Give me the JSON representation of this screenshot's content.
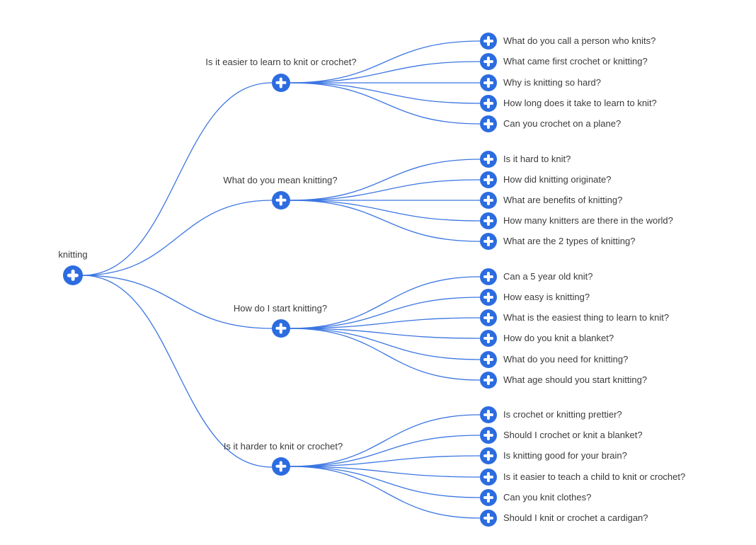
{
  "colors": {
    "background": "#ffffff",
    "node_fill": "#2c6ce0",
    "edge": "#3c76e2",
    "label": "#3b3b3b",
    "plus_glyph": "#ffffff"
  },
  "icons": {
    "node_glyph": "plus-icon"
  },
  "root": {
    "label": "knitting"
  },
  "branches": [
    {
      "label": "Is it easier to learn to knit or crochet?",
      "children": [
        "What do you call a person who knits?",
        "What came first crochet or knitting?",
        "Why is knitting so hard?",
        "How long does it take to learn to knit?",
        "Can you crochet on a plane?"
      ]
    },
    {
      "label": "What do you mean knitting?",
      "children": [
        "Is it hard to knit?",
        "How did knitting originate?",
        "What are benefits of knitting?",
        "How many knitters are there in the world?",
        "What are the 2 types of knitting?"
      ]
    },
    {
      "label": "How do I start knitting?",
      "children": [
        "Can a 5 year old knit?",
        "How easy is knitting?",
        "What is the easiest thing to learn to knit?",
        "How do you knit a blanket?",
        "What do you need for knitting?",
        "What age should you start knitting?"
      ]
    },
    {
      "label": "Is it harder to knit or crochet?",
      "children": [
        "Is crochet or knitting prettier?",
        "Should I crochet or knit a blanket?",
        "Is knitting good for your brain?",
        "Is it easier to teach a child to knit or crochet?",
        "Can you knit clothes?",
        "Should I knit or crochet a cardigan?"
      ]
    }
  ]
}
